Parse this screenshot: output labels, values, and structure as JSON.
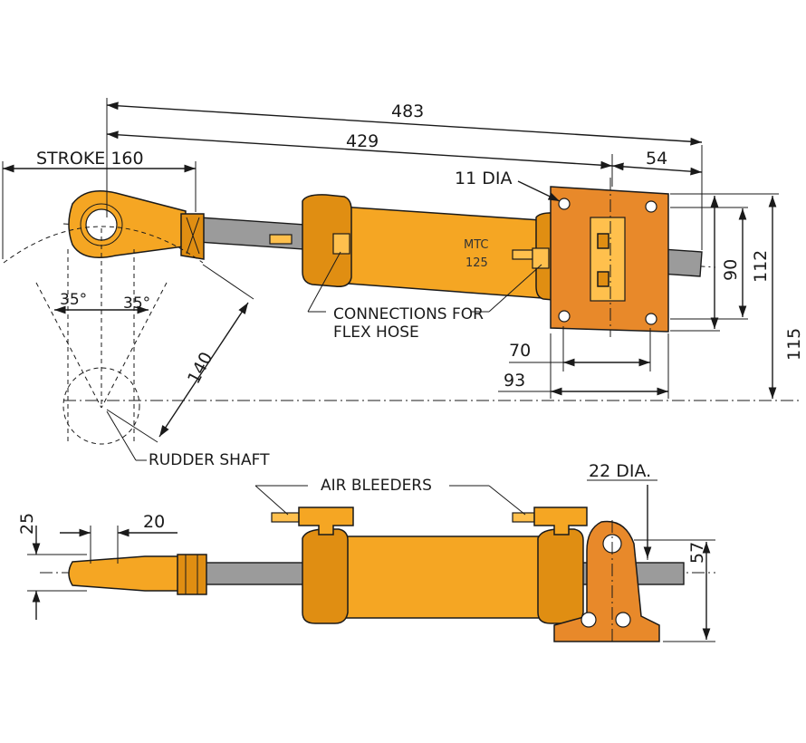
{
  "dimensions": {
    "overall_length": "483",
    "length_429": "429",
    "length_54": "54",
    "stroke": "STROKE 160",
    "hole_dia": "11 DIA",
    "width_90": "90",
    "width_112": "112",
    "height_115": "115",
    "base_70": "70",
    "base_93": "93",
    "angle_left": "35°",
    "angle_right": "35°",
    "arm_140": "140",
    "side_25": "25",
    "side_20": "20",
    "side_57": "57",
    "rod_dia": "22 DIA."
  },
  "labels": {
    "connections_line1": "CONNECTIONS FOR",
    "connections_line2": "FLEX HOSE",
    "rudder_shaft": "RUDDER SHAFT",
    "air_bleeders": "AIR BLEEDERS",
    "model_line1": "MTC",
    "model_line2": "125"
  },
  "colors": {
    "cylinder": "#f5a623",
    "cylinder_dark": "#e08e12",
    "rod": "#9b9b9b",
    "mount": "#e8892a"
  }
}
